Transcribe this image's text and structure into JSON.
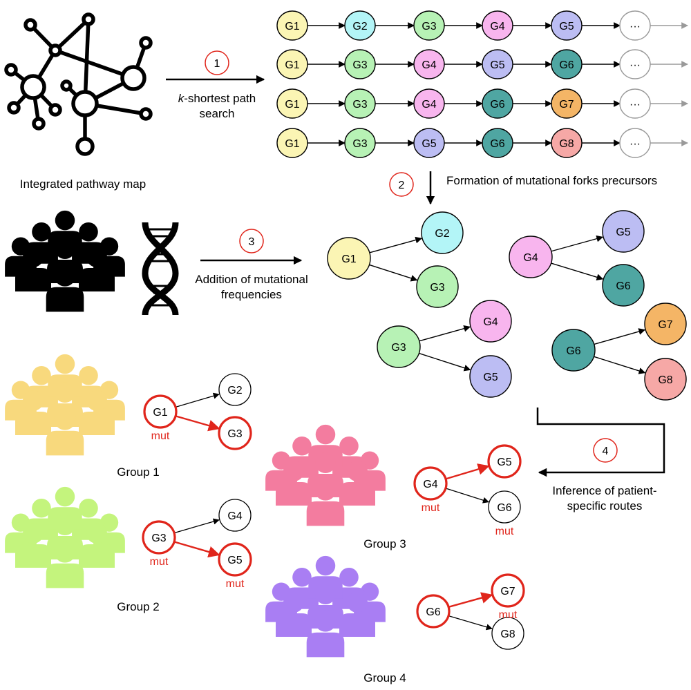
{
  "colors": {
    "G1": "#fbf5b4",
    "G2": "#b3f5f7",
    "G3": "#b7f2b5",
    "G4": "#f8b5ee",
    "G5": "#bcbdf3",
    "G6": "#4fa6a2",
    "G7": "#f4b566",
    "G8": "#f6a8a6",
    "ellipsis": "#ffffff",
    "mut": "#e0251b",
    "group1": "#f8d97d",
    "group2": "#c4f47d",
    "group3": "#f37c9f",
    "group4": "#a97ef3"
  },
  "pathway": {
    "label": "Integrated pathway map",
    "icon": "network-graph-icon"
  },
  "steps": [
    {
      "num": "1",
      "line1_italic": "k",
      "line1_rest": "-shortest path",
      "line2": "search"
    },
    {
      "num": "2",
      "label": "Formation of mutational forks precursors"
    },
    {
      "num": "3",
      "line1": "Addition of mutational",
      "line2": "frequencies"
    },
    {
      "num": "4",
      "line1": "Inference of patient-",
      "line2": "specific routes"
    }
  ],
  "paths": [
    [
      "G1",
      "G2",
      "G3",
      "G4",
      "G5",
      "..."
    ],
    [
      "G1",
      "G3",
      "G4",
      "G5",
      "G6",
      "..."
    ],
    [
      "G1",
      "G3",
      "G4",
      "G6",
      "G7",
      "..."
    ],
    [
      "G1",
      "G3",
      "G5",
      "G6",
      "G8",
      "..."
    ]
  ],
  "forks": [
    {
      "root": "G1",
      "children": [
        "G2",
        "G3"
      ]
    },
    {
      "root": "G4",
      "children": [
        "G5",
        "G6"
      ]
    },
    {
      "root": "G3",
      "children": [
        "G4",
        "G5"
      ]
    },
    {
      "root": "G6",
      "children": [
        "G7",
        "G8"
      ]
    }
  ],
  "patient_icons": {
    "population": "people-crowd-icon",
    "dna": "dna-helix-icon"
  },
  "groups": [
    {
      "name": "Group 1",
      "root": "G1",
      "root_mut": "mut",
      "top": "G2",
      "top_mut": "",
      "bottom": "G3",
      "bottom_mut": "",
      "red_branch": "bottom"
    },
    {
      "name": "Group 2",
      "root": "G3",
      "root_mut": "mut",
      "top": "G4",
      "top_mut": "",
      "bottom": "G5",
      "bottom_mut": "mut",
      "red_branch": "bottom"
    },
    {
      "name": "Group 3",
      "root": "G4",
      "root_mut": "mut",
      "top": "G5",
      "top_mut": "",
      "bottom": "G6",
      "bottom_mut": "mut",
      "red_branch": "top"
    },
    {
      "name": "Group 4",
      "root": "G6",
      "root_mut": "",
      "top": "G7",
      "top_mut": "mut",
      "bottom": "G8",
      "bottom_mut": "",
      "red_branch": "top"
    }
  ]
}
